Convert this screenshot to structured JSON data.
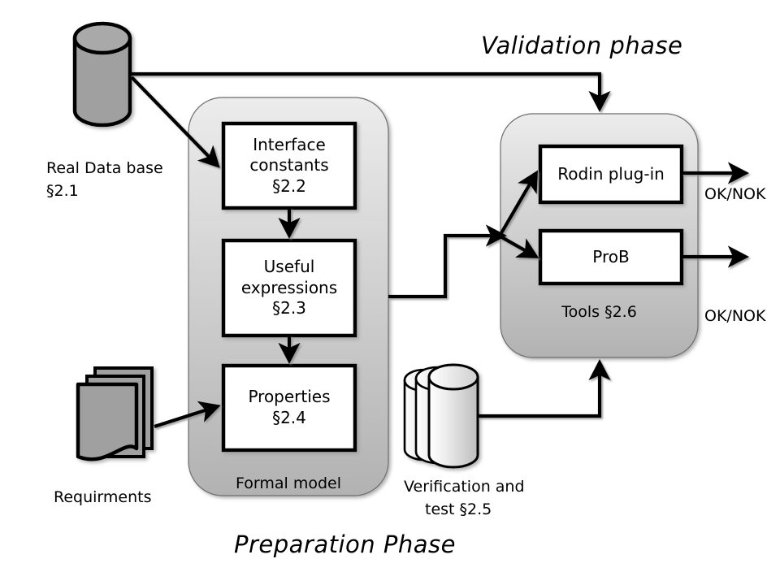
{
  "diagram": {
    "title_top": "Validation phase",
    "title_bottom": "Preparation Phase"
  },
  "sources": {
    "real_db": {
      "icon": "database-cylinder-icon",
      "caption_line1": "Real Data base",
      "caption_line2": "§2.1"
    },
    "requirements": {
      "icon": "documents-stack-icon",
      "caption": "Requirments"
    },
    "verification": {
      "icon": "database-stack-icon",
      "caption_line1": "Verification and",
      "caption_line2": "test §2.5"
    }
  },
  "formal_model": {
    "label": "Formal model",
    "boxes": [
      {
        "text": "Interface\nconstants\n§2.2"
      },
      {
        "text": "Useful\nexpressions\n§2.3"
      },
      {
        "text": "Properties\n§2.4"
      }
    ]
  },
  "tools": {
    "label": "Tools §2.6",
    "boxes": [
      {
        "text": "Rodin plug-in"
      },
      {
        "text": "ProB"
      }
    ]
  },
  "outputs": [
    {
      "label": "OK/NOK"
    },
    {
      "label": "OK/NOK"
    }
  ],
  "colors": {
    "stroke": "#000000",
    "box_fill": "#ffffff",
    "container_top": "#ececec",
    "container_bottom": "#b2b2b2",
    "cylinder_solid": "#a0a0a0",
    "cylinder_light_top": "#f2f2f2",
    "cylinder_light_bottom": "#c6c6c6",
    "docs_fill": "#a0a0a0",
    "background": "#ffffff"
  }
}
